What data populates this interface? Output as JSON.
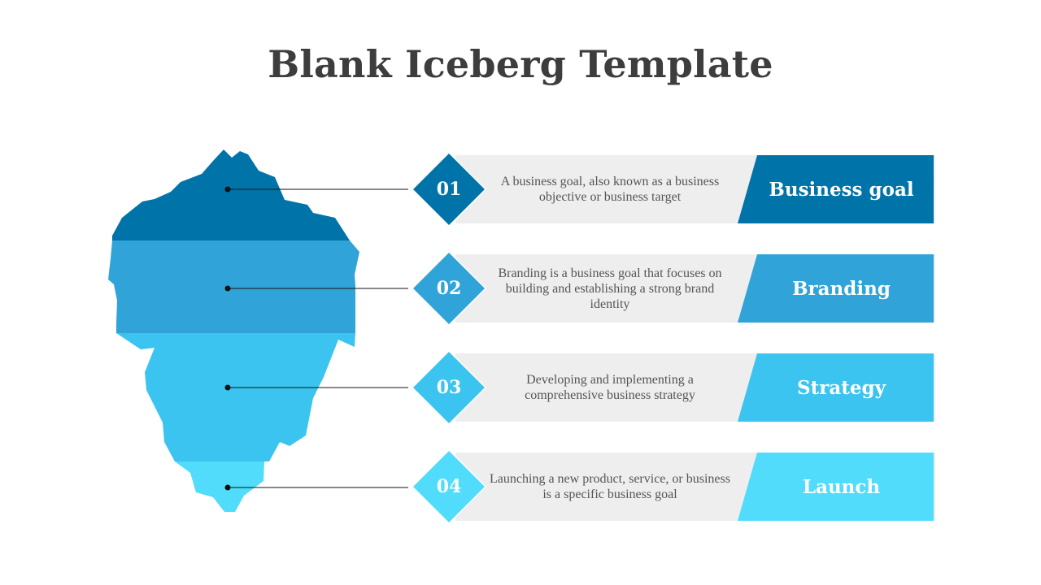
{
  "title": "Blank Iceberg Template",
  "items": [
    {
      "number": "01",
      "label": "Business goal",
      "description": "A business goal, also known as a business objective or business target",
      "color": "#0073a8"
    },
    {
      "number": "02",
      "label": "Branding",
      "description": "Branding is a business goal that focuses on building and establishing a strong brand identity",
      "color": "#30a4d8"
    },
    {
      "number": "03",
      "label": "Strategy",
      "description": "Developing and implementing a comprehensive business strategy",
      "color": "#3bc4ef"
    },
    {
      "number": "04",
      "label": "Launch",
      "description": "Launching a new product, service, or business is a specific business goal",
      "color": "#50dcfa"
    }
  ]
}
